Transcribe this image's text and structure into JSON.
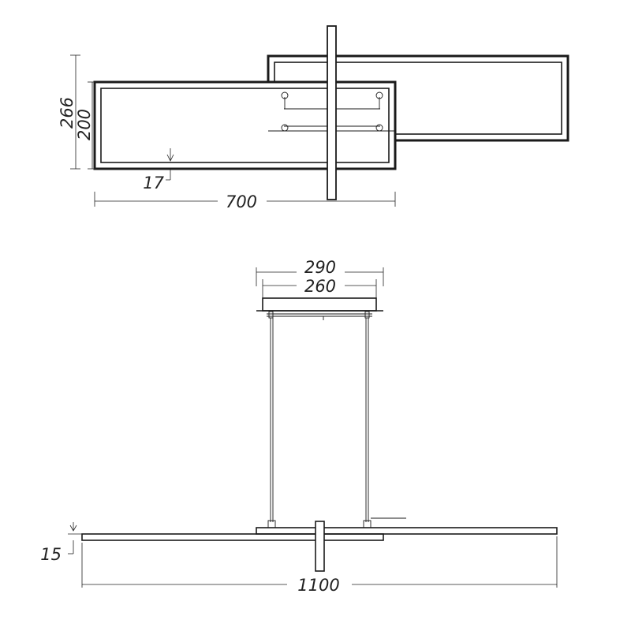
{
  "top_view": {
    "dim_266": "266",
    "dim_200": "200",
    "dim_17": "17",
    "dim_700": "700"
  },
  "side_view": {
    "dim_290": "290",
    "dim_260": "260",
    "dim_15": "15",
    "dim_1100": "1100"
  }
}
